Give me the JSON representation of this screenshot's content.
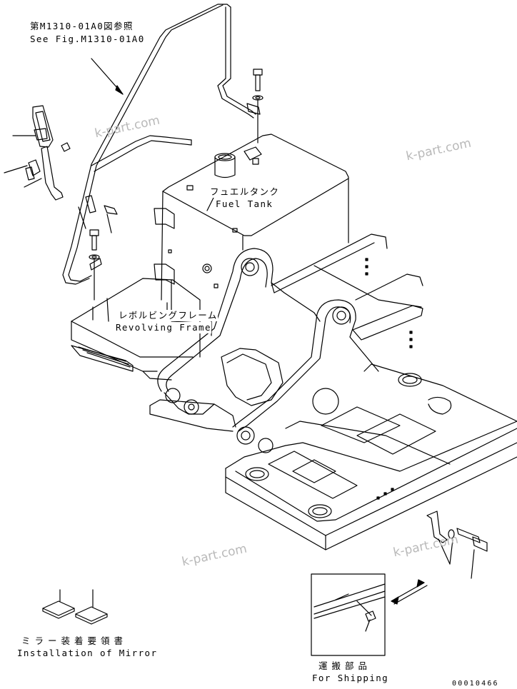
{
  "labels": {
    "ref_jp": "第M1310-01A0図参照",
    "ref_en": "See Fig.M1310-01A0",
    "fuel_tank_jp": "フュエルタンク",
    "fuel_tank_en": "Fuel Tank",
    "frame_jp": "レボルビングフレーム",
    "frame_en": "Revolving Frame",
    "mirror_jp": "ミラー装着要領書",
    "mirror_en": "Installation of Mirror",
    "shipping_jp": "運搬部品",
    "shipping_en": "For Shipping"
  },
  "watermark": "k-part.com",
  "drawing_code": "00010466",
  "colors": {
    "line": "#000000",
    "background": "#ffffff",
    "watermark": "#b9b9b9"
  }
}
